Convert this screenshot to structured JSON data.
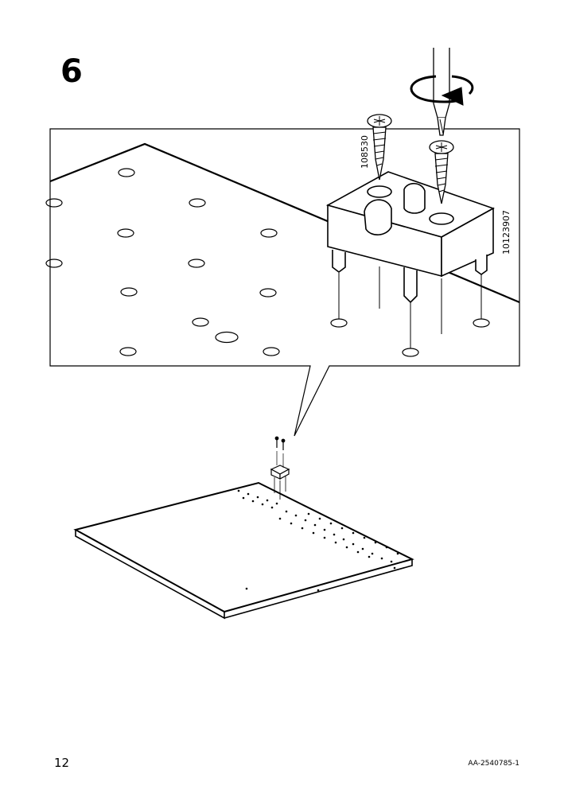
{
  "step": {
    "number": "6"
  },
  "parts": {
    "screw_label": "108530",
    "bracket_label": "10123907"
  },
  "footer": {
    "page_number": "12",
    "document_code": "AA-2540785-1"
  }
}
